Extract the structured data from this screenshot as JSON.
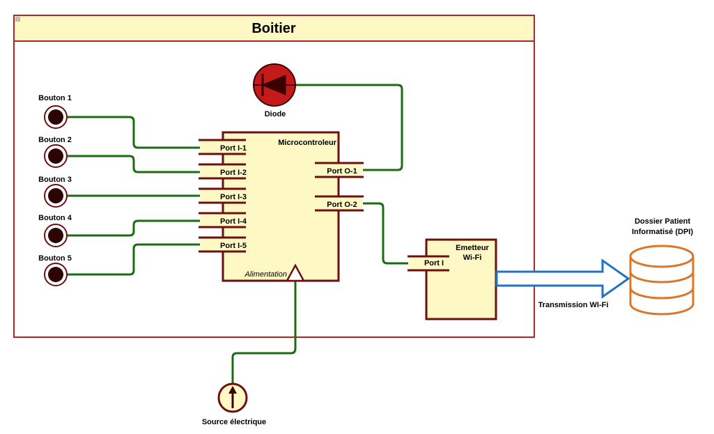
{
  "container": {
    "title": "Boitier"
  },
  "diode": {
    "label": "Diode"
  },
  "buttons": [
    {
      "label": "Bouton 1"
    },
    {
      "label": "Bouton 2"
    },
    {
      "label": "Bouton 3"
    },
    {
      "label": "Bouton 4"
    },
    {
      "label": "Bouton 5"
    }
  ],
  "microcontroller": {
    "title": "Microcontroleur",
    "power_label": "Alimentation",
    "input_ports": [
      "Port I-1",
      "Port I-2",
      "Port I-3",
      "Port I-4",
      "Port I-5"
    ],
    "output_ports": [
      "Port O-1",
      "Port O-2"
    ]
  },
  "emitter": {
    "title_line1": "Emetteur",
    "title_line2": "Wi-Fi",
    "port": "Port I"
  },
  "transmission": {
    "label": "Transmission WI-Fi"
  },
  "database": {
    "label_line1": "Dossier Patient",
    "label_line2": "Informatisé (DPI)"
  },
  "source": {
    "label": "Source électrique"
  },
  "colors": {
    "wire": "#1b6b12",
    "outline": "#6b0f0f",
    "fill": "#fdf8c4",
    "arrow": "#1e73c8",
    "database": "#d9772a",
    "container_border": "#b32424",
    "diode_fill": "#c41a1a"
  }
}
